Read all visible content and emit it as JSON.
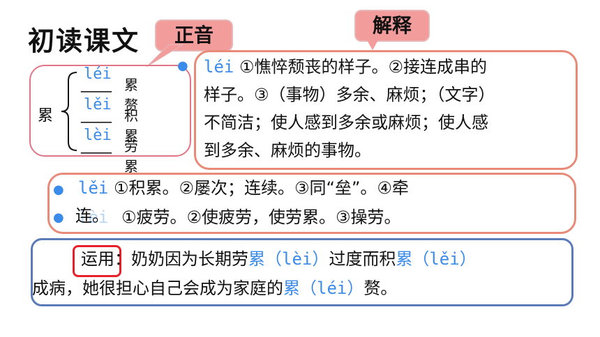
{
  "title": "初读课文",
  "tag_zhengyin": "正音",
  "tag_jieshi": "解释",
  "char": "累",
  "readings": [
    {
      "pinyin": "léi",
      "blank": "____",
      "word": "累赘"
    },
    {
      "pinyin": "lěi",
      "blank": "____",
      "word": "积累"
    },
    {
      "pinyin": "lèi",
      "blank": "____",
      "word": "劳累"
    }
  ],
  "definition_lei2": {
    "pinyin": "léi",
    "line1": "①憔悴颓丧的样子。②接连成串的",
    "line2": "样子。③（事物）多余、麻烦；（文字）",
    "line3": "不简洁；使人感到多余或麻烦；使人感",
    "line4": "到多余、麻烦的事物。"
  },
  "definition_lei3": {
    "pinyin": "lěi",
    "text": "①积累。②屡次；连续。③同“垒”。④牵",
    "wrap": "连。"
  },
  "definition_lei4": {
    "pinyin": "lèi",
    "text": "①疲劳。②使疲劳，使劳累。③操劳。"
  },
  "usage": {
    "label": "运用",
    "s1": "：奶奶因为长期劳",
    "c1": "累",
    "p1": "（lèi）",
    "s2": "过度而积",
    "c2": "累",
    "p2": "（lěi）",
    "s3": "成病，她很担心自己会成为家庭的",
    "c3": "累",
    "p3": "（léi）",
    "s4": "赘。"
  },
  "bullet": "●"
}
